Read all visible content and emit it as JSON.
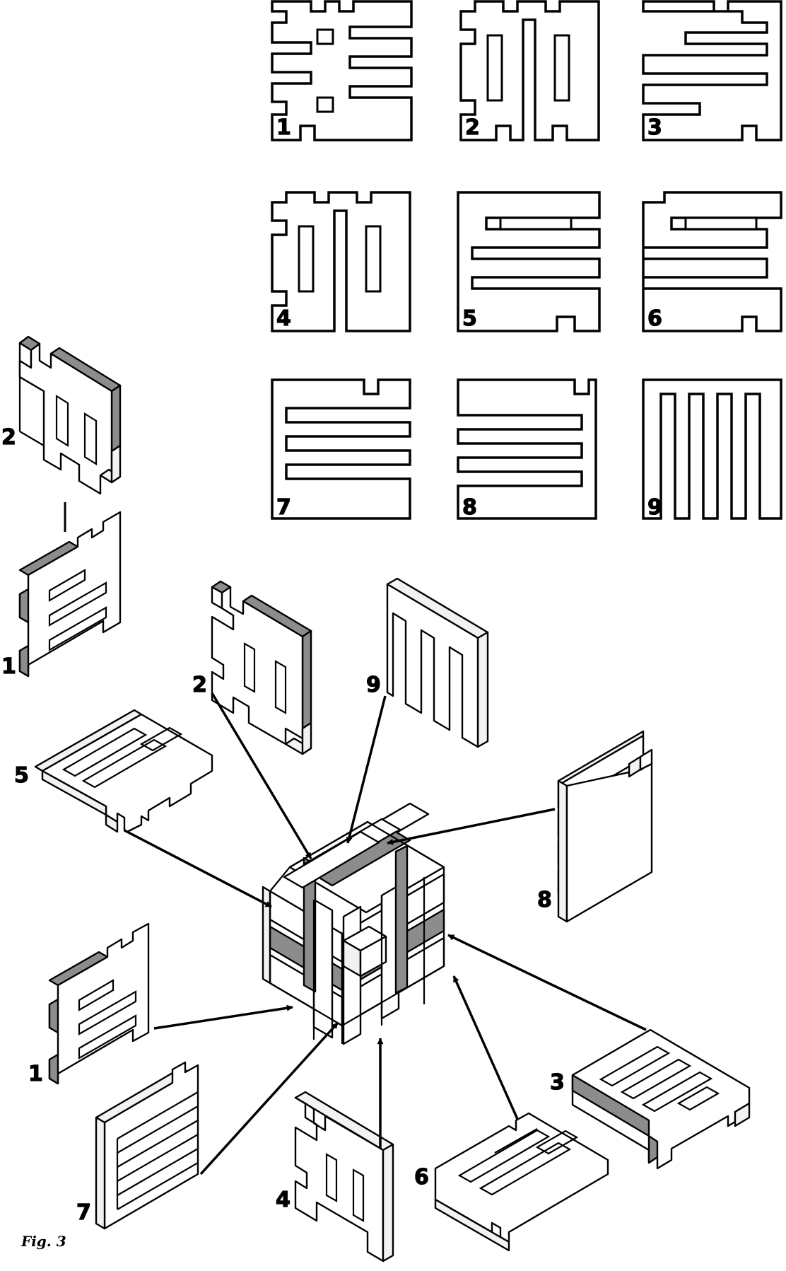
{
  "figure": {
    "caption": "Fig. 3",
    "connector_labels": {
      "top": "2",
      "bottom": "1"
    }
  },
  "plans": [
    {
      "id": 1,
      "label": "1"
    },
    {
      "id": 2,
      "label": "2"
    },
    {
      "id": 3,
      "label": "3"
    },
    {
      "id": 4,
      "label": "4"
    },
    {
      "id": 5,
      "label": "5"
    },
    {
      "id": 6,
      "label": "6"
    },
    {
      "id": 7,
      "label": "7"
    },
    {
      "id": 8,
      "label": "8"
    },
    {
      "id": 9,
      "label": "9"
    }
  ],
  "exploded_pieces": [
    {
      "id": 2,
      "label": "2"
    },
    {
      "id": 9,
      "label": "9"
    },
    {
      "id": 5,
      "label": "5"
    },
    {
      "id": 8,
      "label": "8"
    },
    {
      "id": 1,
      "label": "1"
    },
    {
      "id": 3,
      "label": "3"
    },
    {
      "id": 7,
      "label": "7"
    },
    {
      "id": 4,
      "label": "4"
    },
    {
      "id": 6,
      "label": "6"
    }
  ],
  "colors": {
    "line": "#000000",
    "shade": "#8c8c8c",
    "paper": "#ffffff"
  }
}
